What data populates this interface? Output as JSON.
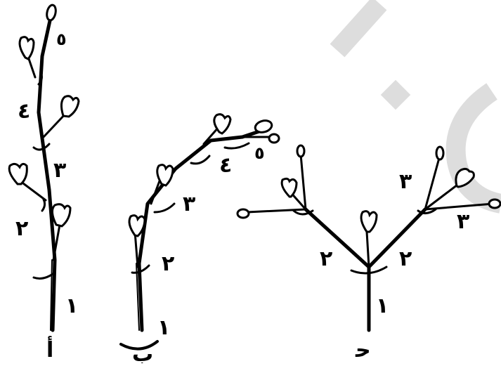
{
  "watermark_color": "#dddddd",
  "diagrams": {
    "a": {
      "caption": "أ",
      "labels": [
        "١",
        "٢",
        "٣",
        "٤",
        "٥"
      ]
    },
    "b": {
      "caption": "ب",
      "labels": [
        "١",
        "٢",
        "٣",
        "٤",
        "٥"
      ]
    },
    "c": {
      "caption": "ﺣ",
      "labels": [
        "١",
        "٢",
        "٢",
        "٣",
        "٣"
      ]
    }
  }
}
